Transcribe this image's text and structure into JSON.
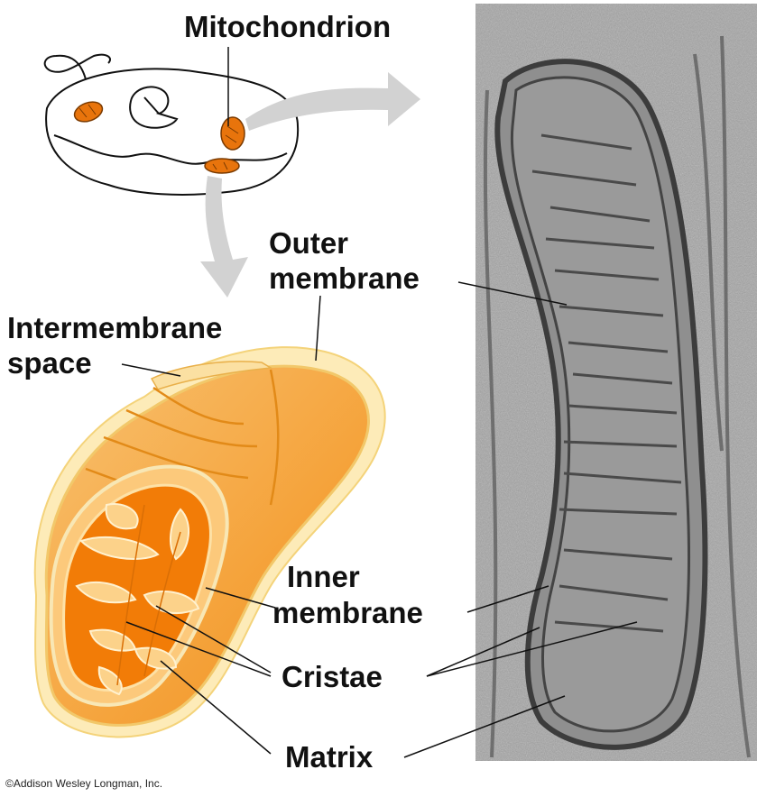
{
  "title": "Mitochondrion",
  "labels": {
    "outer_membrane_1": "Outer",
    "outer_membrane_2": "membrane",
    "intermembrane_1": "Intermembrane",
    "intermembrane_2": "space",
    "inner_membrane_1": "Inner",
    "inner_membrane_2": "membrane",
    "cristae": "Cristae",
    "matrix": "Matrix"
  },
  "copyright": "©Addison Wesley Longman, Inc.",
  "colors": {
    "outer": "#fbe3a3",
    "body_orange": "#f6a83f",
    "dark_orange": "#ef7d10",
    "matrix_orange": "#f27c07",
    "crista_light": "#fcd28a",
    "arrow_gray": "#d2d2d2",
    "micrograph_bg": "#9e9e9e"
  }
}
